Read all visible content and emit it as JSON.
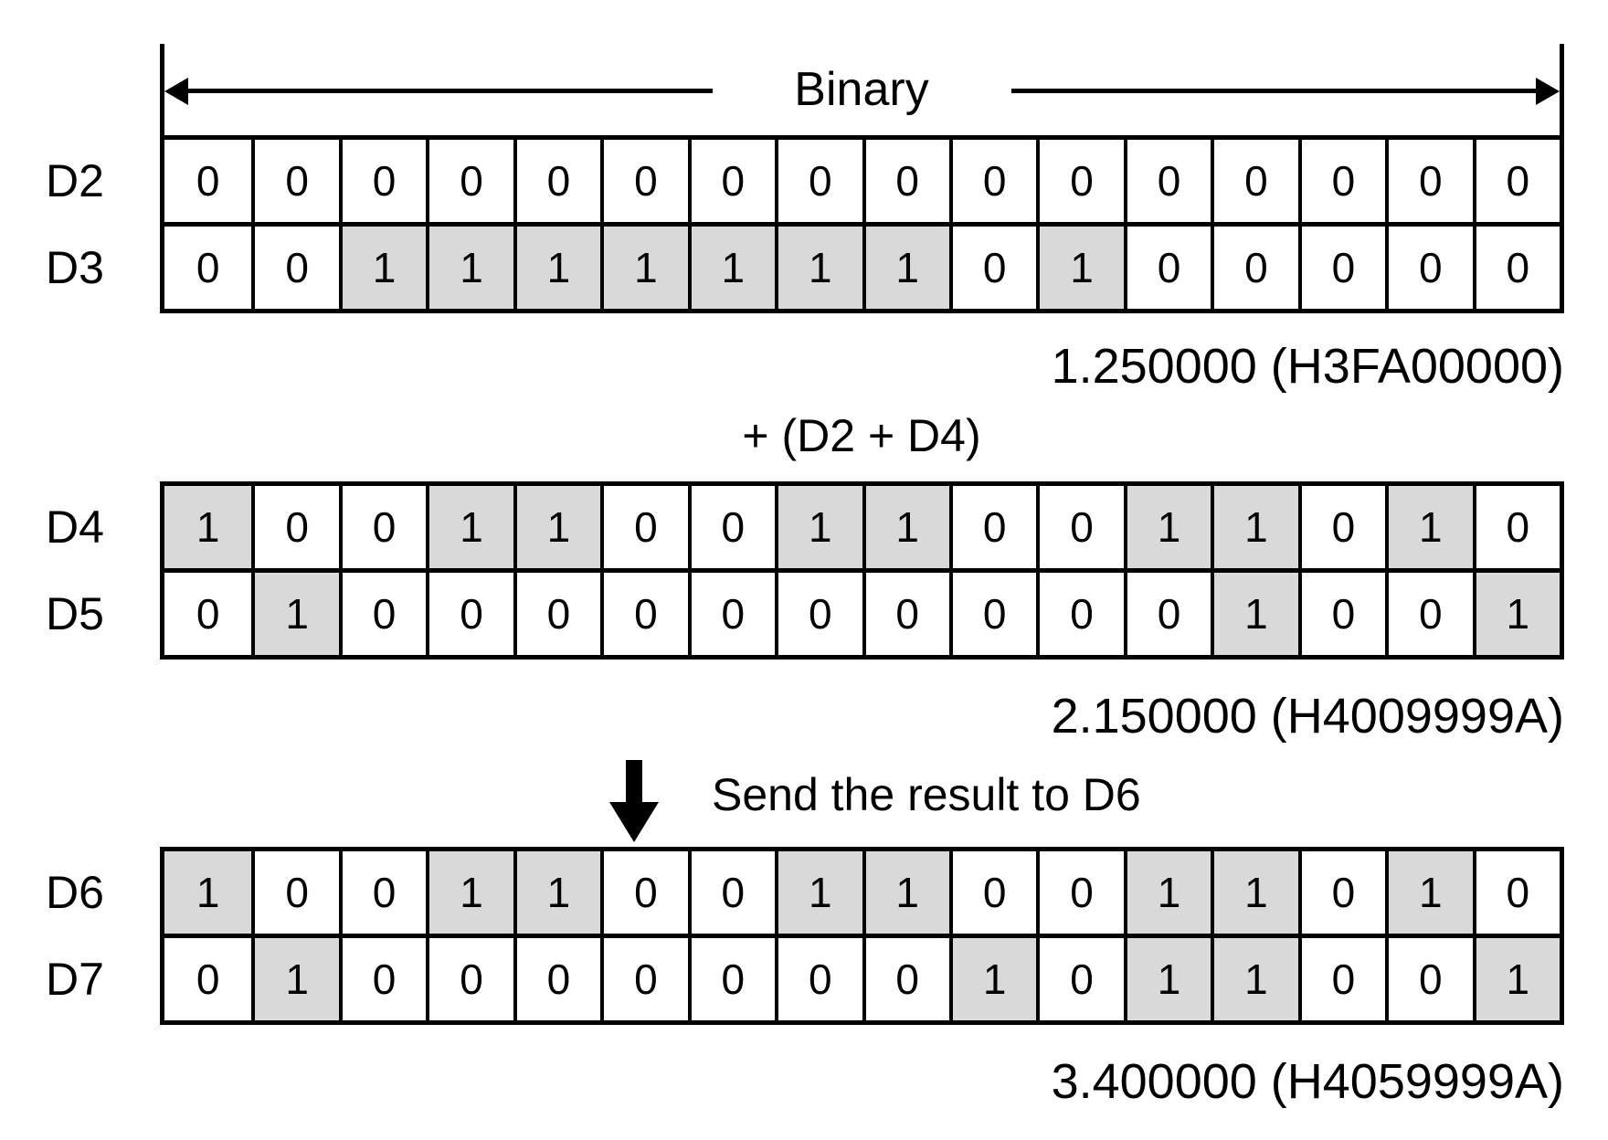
{
  "header": {
    "label": "Binary"
  },
  "colors": {
    "shaded_cell": "#d9d9d9",
    "line": "#000000",
    "background": "#ffffff"
  },
  "sections": [
    {
      "rows": [
        {
          "label": "D2",
          "bits": [
            0,
            0,
            0,
            0,
            0,
            0,
            0,
            0,
            0,
            0,
            0,
            0,
            0,
            0,
            0,
            0
          ]
        },
        {
          "label": "D3",
          "bits": [
            0,
            0,
            1,
            1,
            1,
            1,
            1,
            1,
            1,
            0,
            1,
            0,
            0,
            0,
            0,
            0
          ]
        }
      ],
      "result": "1.250000 (H3FA00000)"
    },
    {
      "operation": "+ (D2 + D4)",
      "rows": [
        {
          "label": "D4",
          "bits": [
            1,
            0,
            0,
            1,
            1,
            0,
            0,
            1,
            1,
            0,
            0,
            1,
            1,
            0,
            1,
            0
          ]
        },
        {
          "label": "D5",
          "bits": [
            0,
            1,
            0,
            0,
            0,
            0,
            0,
            0,
            0,
            0,
            0,
            0,
            1,
            0,
            0,
            1
          ]
        }
      ],
      "result": "2.150000 (H4009999A)"
    },
    {
      "operation": "Send the result to D6",
      "rows": [
        {
          "label": "D6",
          "bits": [
            1,
            0,
            0,
            1,
            1,
            0,
            0,
            1,
            1,
            0,
            0,
            1,
            1,
            0,
            1,
            0
          ]
        },
        {
          "label": "D7",
          "bits": [
            0,
            1,
            0,
            0,
            0,
            0,
            0,
            0,
            0,
            1,
            0,
            1,
            1,
            0,
            0,
            1
          ]
        }
      ],
      "result": "3.400000 (H4059999A)"
    }
  ]
}
